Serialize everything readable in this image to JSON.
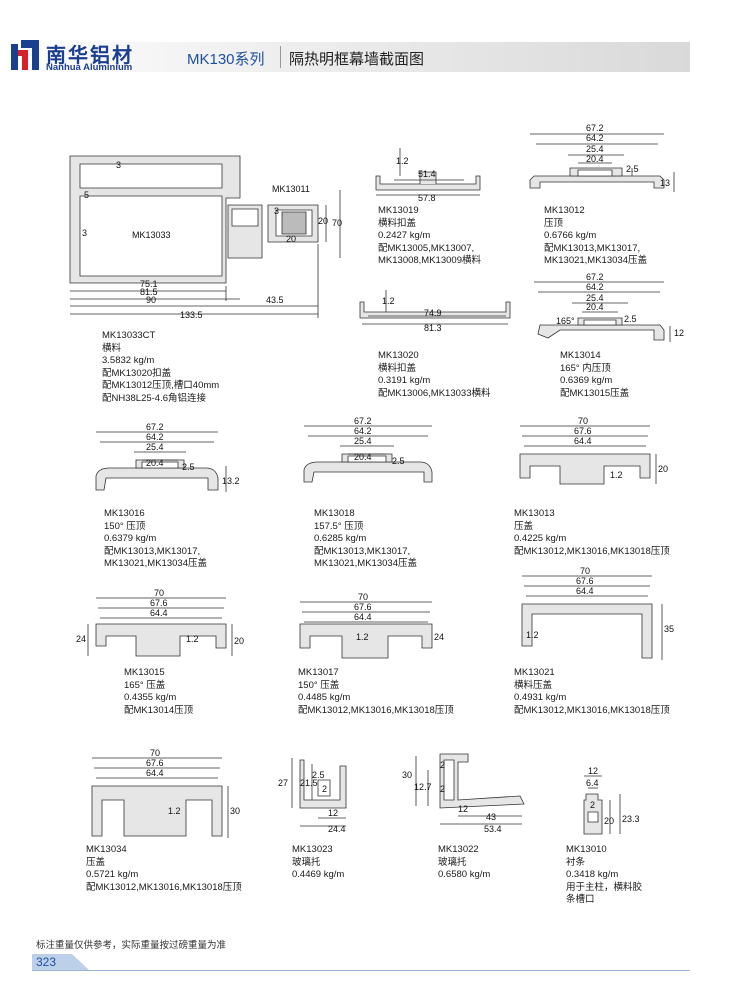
{
  "header": {
    "logo_cn": "南华铝材",
    "logo_en": "Nanhua Aluminium",
    "series": "MK130系列",
    "title": "隔热明框幕墙截面图"
  },
  "colors": {
    "brand_blue": "#1b3f8f",
    "profile_fill": "#e6e6e6",
    "profile_stroke": "#333333"
  },
  "dims": {
    "p1": [
      "3",
      "5",
      "3",
      "MK13011",
      "MK13033",
      "20",
      "70",
      "3",
      "20",
      "75.1",
      "81.5",
      "90",
      "43.5",
      "133.5"
    ],
    "p2": [
      "1.2",
      "51.4",
      "57.8"
    ],
    "p3": [
      "67.2",
      "64.2",
      "25.4",
      "20.4",
      "2.5",
      "13"
    ],
    "p4": [
      "1.2",
      "74.9",
      "81.3"
    ],
    "p5": [
      "67.2",
      "64.2",
      "25.4",
      "20.4",
      "165°",
      "2.5",
      "12"
    ],
    "p6": [
      "67.2",
      "64.2",
      "25.4",
      "20.4",
      "2.5",
      "13.2"
    ],
    "p7": [
      "67.2",
      "64.2",
      "25.4",
      "20.4",
      "2.5"
    ],
    "p8": [
      "70",
      "67.6",
      "64.4",
      "1.2",
      "20"
    ],
    "p9": [
      "70",
      "67.6",
      "64.4",
      "24",
      "1.2",
      "20"
    ],
    "p10": [
      "70",
      "67.6",
      "64.4",
      "1.2",
      "24"
    ],
    "p11": [
      "70",
      "67.6",
      "64.4",
      "1.2",
      "35"
    ],
    "p12": [
      "70",
      "67.6",
      "64.4",
      "1.2",
      "30"
    ],
    "p13": [
      "27",
      "21.5",
      "2.5",
      "2",
      "12",
      "24.4"
    ],
    "p14": [
      "30",
      "2",
      "12.7",
      "2",
      "12",
      "43",
      "53.4"
    ],
    "p15": [
      "12",
      "6.4",
      "2",
      "20",
      "23.3"
    ]
  },
  "captions": {
    "c1": [
      "MK13033CT",
      "横料",
      "3.5832 kg/m",
      "配MK13020扣盖",
      "配MK13012压顶,槽口40mm",
      "配NH38L25-4.6角铝连接"
    ],
    "c2": [
      "MK13019",
      "横料扣盖",
      "0.2427 kg/m",
      "配MK13005,MK13007,",
      "MK13008,MK13009横料"
    ],
    "c3": [
      "MK13012",
      "压顶",
      "0.6766 kg/m",
      "配MK13013,MK13017,",
      "MK13021,MK13034压盖"
    ],
    "c4": [
      "MK13020",
      "横料扣盖",
      "0.3191 kg/m",
      "配MK13006,MK13033横料"
    ],
    "c5": [
      "MK13014",
      "165° 内压顶",
      "0.6369 kg/m",
      "配MK13015压盖"
    ],
    "c6": [
      "MK13016",
      "150° 压顶",
      "0.6379 kg/m",
      "配MK13013,MK13017,",
      "MK13021,MK13034压盖"
    ],
    "c7": [
      "MK13018",
      "157.5° 压顶",
      "0.6285 kg/m",
      "配MK13013,MK13017,",
      "MK13021,MK13034压盖"
    ],
    "c8": [
      "MK13013",
      "压盖",
      "0.4225 kg/m",
      "配MK13012,MK13016,MK13018压顶"
    ],
    "c9": [
      "MK13015",
      "165° 压盖",
      "0.4355 kg/m",
      "配MK13014压顶"
    ],
    "c10": [
      "MK13017",
      "150° 压盖",
      "0.4485 kg/m",
      "配MK13012,MK13016,MK13018压顶"
    ],
    "c11": [
      "MK13021",
      "横料压盖",
      "0.4931 kg/m",
      "配MK13012,MK13016,MK13018压顶"
    ],
    "c12": [
      "MK13034",
      "压盖",
      "0.5721 kg/m",
      "配MK13012,MK13016,MK13018压顶"
    ],
    "c13": [
      "MK13023",
      "玻璃托",
      "0.4469 kg/m"
    ],
    "c14": [
      "MK13022",
      "玻璃托",
      "0.6580 kg/m"
    ],
    "c15": [
      "MK13010",
      "衬条",
      "0.3418 kg/m",
      "用于主柱，横料胶",
      "条槽口"
    ]
  },
  "footer": {
    "note": "标注重量仅供参考，实际重量按过磅重量为准",
    "page": "323"
  }
}
